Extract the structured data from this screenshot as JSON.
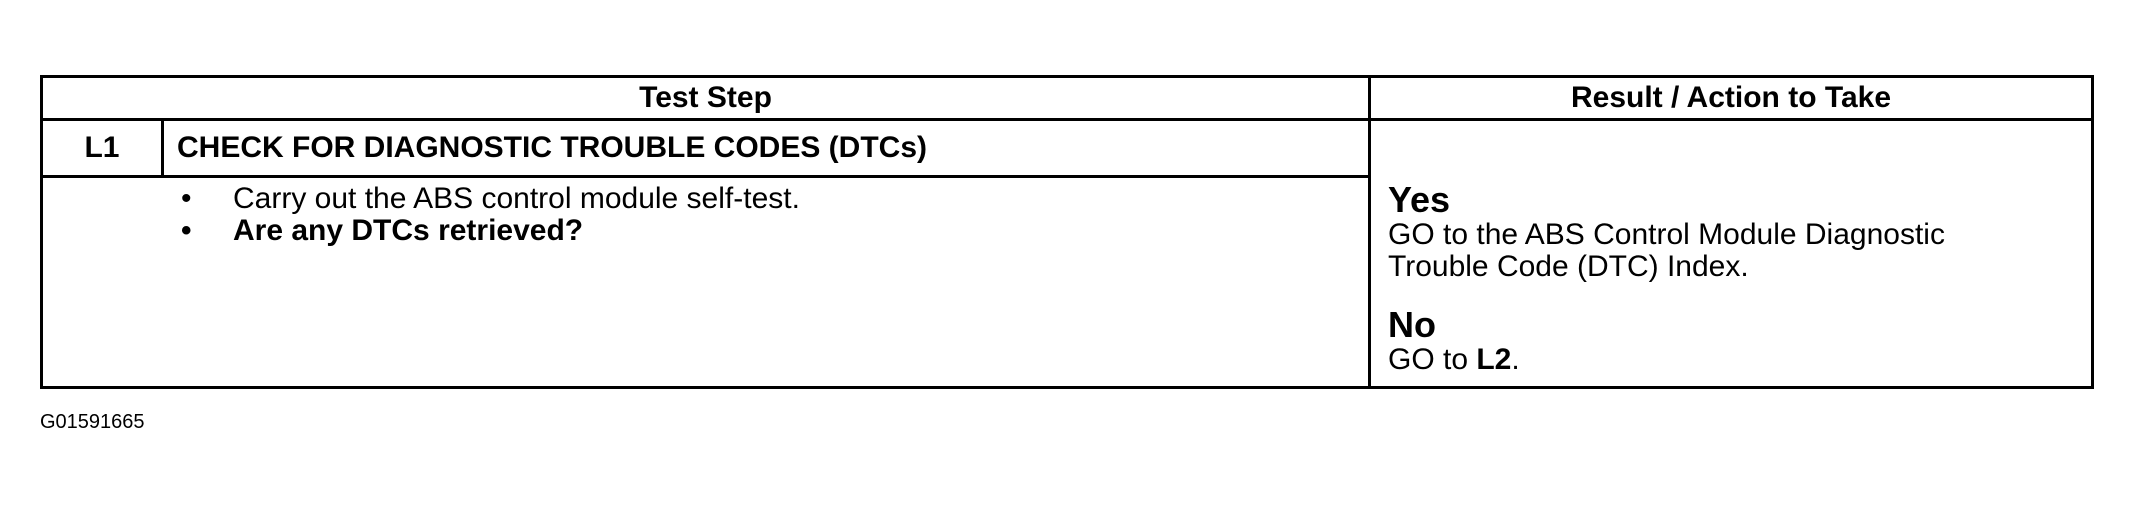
{
  "table": {
    "header": {
      "test_step": "Test Step",
      "result_action": "Result / Action to Take"
    },
    "step": {
      "id": "L1",
      "title": "CHECK FOR DIAGNOSTIC TROUBLE CODES (DTCs)",
      "bullets": [
        {
          "text": "Carry out the ABS control module self-test.",
          "bold": false
        },
        {
          "text": "Are any DTCs retrieved?",
          "bold": true
        }
      ]
    },
    "results": {
      "yes": {
        "label": "Yes",
        "line1": "GO to the ABS Control Module Diagnostic",
        "line2": "Trouble Code (DTC) Index."
      },
      "no": {
        "label": "No",
        "prefix": "GO to ",
        "target": "L2",
        "suffix": "."
      }
    }
  },
  "figure_id": "G01591665"
}
